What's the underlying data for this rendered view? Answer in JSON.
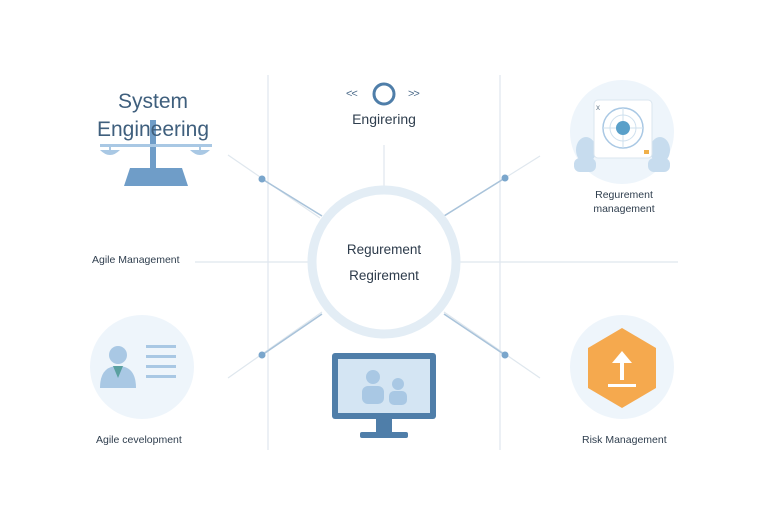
{
  "nodes": {
    "system_engineering": {
      "line1": "System",
      "line2": "Engineering"
    },
    "top_center": {
      "label": "Engirering",
      "prev_glyph": "<<",
      "next_glyph": ">>"
    },
    "requirement_management": {
      "line1": "Regurement",
      "line2": "management"
    },
    "agile_management": {
      "label": "Agile Management"
    },
    "agile_development": {
      "label": "Agile cevelopment"
    },
    "risk_management": {
      "label": "Risk Management"
    }
  },
  "center": {
    "line1": "Regurement",
    "line2": "Regirement"
  },
  "colors": {
    "line": "#d8e2ea",
    "circle_stroke": "#dce8f2",
    "icon_blue": "#6f9dc8",
    "icon_light_blue": "#a9c8e4",
    "bubble_bg": "#eef5fb",
    "hexagon": "#f5a94e",
    "dot": "#7aa6cc"
  },
  "icons": {
    "scales": "balance-scale-icon",
    "target": "target-dial-icon",
    "person_list": "person-with-list-icon",
    "monitor": "monitor-with-people-icon",
    "upload": "upload-arrow-hexagon-icon"
  }
}
